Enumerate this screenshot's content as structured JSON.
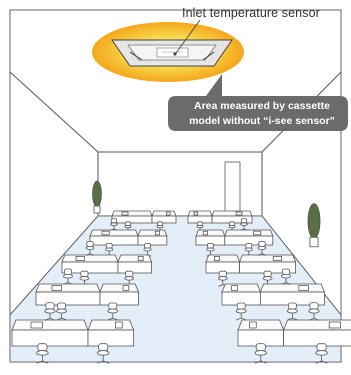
{
  "diagram": {
    "sensor_label": "Inlet temperature sensor",
    "callout": {
      "line1": "Area measured by cassette",
      "line2": "model without “i-see sensor”"
    }
  },
  "colors": {
    "glow_center": "#f7d44a",
    "glow_edge": "#f4a71c",
    "callout_bg": "#6b6b6b",
    "floor": "#e3eef8",
    "line": "#555555",
    "plant": "#5a6e48"
  },
  "icons": {
    "ceiling_unit": "cassette-air-conditioner-icon",
    "plant": "potted-plant-icon",
    "chair": "office-chair-icon",
    "laptop": "laptop-icon"
  }
}
